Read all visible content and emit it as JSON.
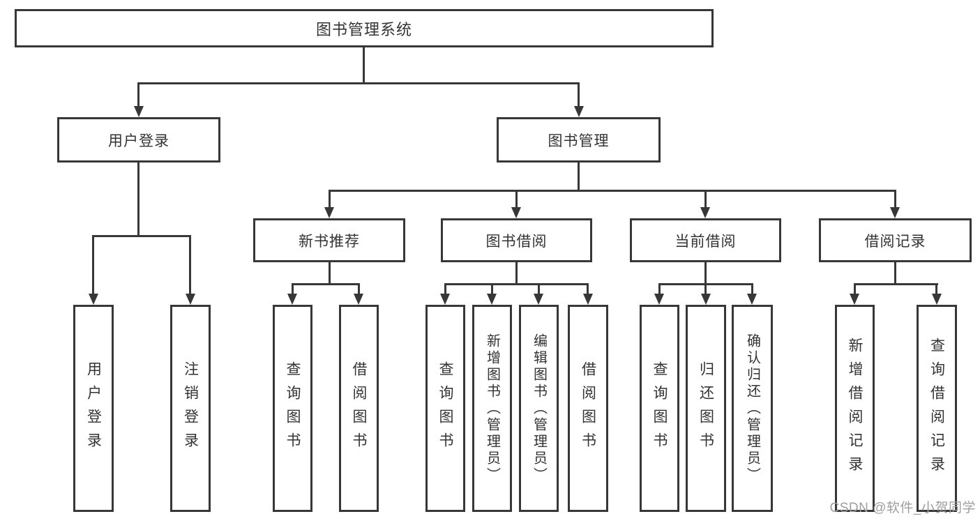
{
  "tree": {
    "root": "图书管理系统",
    "branches": [
      {
        "label": "用户登录",
        "children": [
          "用户登录",
          "注销登录"
        ]
      },
      {
        "label": "图书管理",
        "sections": [
          {
            "label": "新书推荐",
            "children": [
              "查询图书",
              "借阅图书"
            ]
          },
          {
            "label": "图书借阅",
            "children": [
              "查询图书",
              "新增图书（管理员）",
              "编辑图书（管理员）",
              "借阅图书"
            ]
          },
          {
            "label": "当前借阅",
            "children": [
              "查询图书",
              "归还图书",
              "确认归还（管理员）"
            ]
          },
          {
            "label": "借阅记录",
            "children": [
              "新增借阅记录",
              "查询借阅记录"
            ]
          }
        ]
      }
    ]
  },
  "watermark": "CSDN @软件_小贺同学",
  "colors": {
    "line": "#373737",
    "text": "#333333",
    "watermark": "#9e9e9e",
    "background": "#ffffff"
  }
}
